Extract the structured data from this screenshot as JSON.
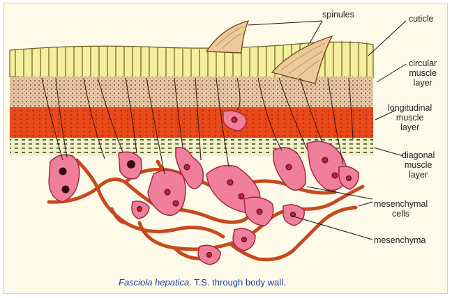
{
  "labels": {
    "spinules": "spinules",
    "cuticle": "cuticle",
    "circular_muscle_layer": [
      "circular",
      "muscle",
      "layer"
    ],
    "longitudinal_muscle_layer": [
      "longitudinal",
      "muscle",
      "layer"
    ],
    "diagonal_muscle_layer": [
      "diagonal",
      "muscle",
      "layer"
    ],
    "mesenchymal_cells": [
      "mesenchymal",
      "cells"
    ],
    "mesenchyma": "mesenchyma"
  },
  "caption": {
    "genus": "Fasciola hepatica",
    "rest": ". T.S. through body wall."
  },
  "colors": {
    "cuticle": "#f4ef9e",
    "circular_muscle": "#e8c7a6",
    "longitudinal_muscle": "#e94a1a",
    "diagonal_muscle": "#f3efc8",
    "cells": "#ef7f9b",
    "mesenchyma_network": "#c64a1c",
    "nucleus": "#c51c3a",
    "caption": "#1d3f9a"
  }
}
